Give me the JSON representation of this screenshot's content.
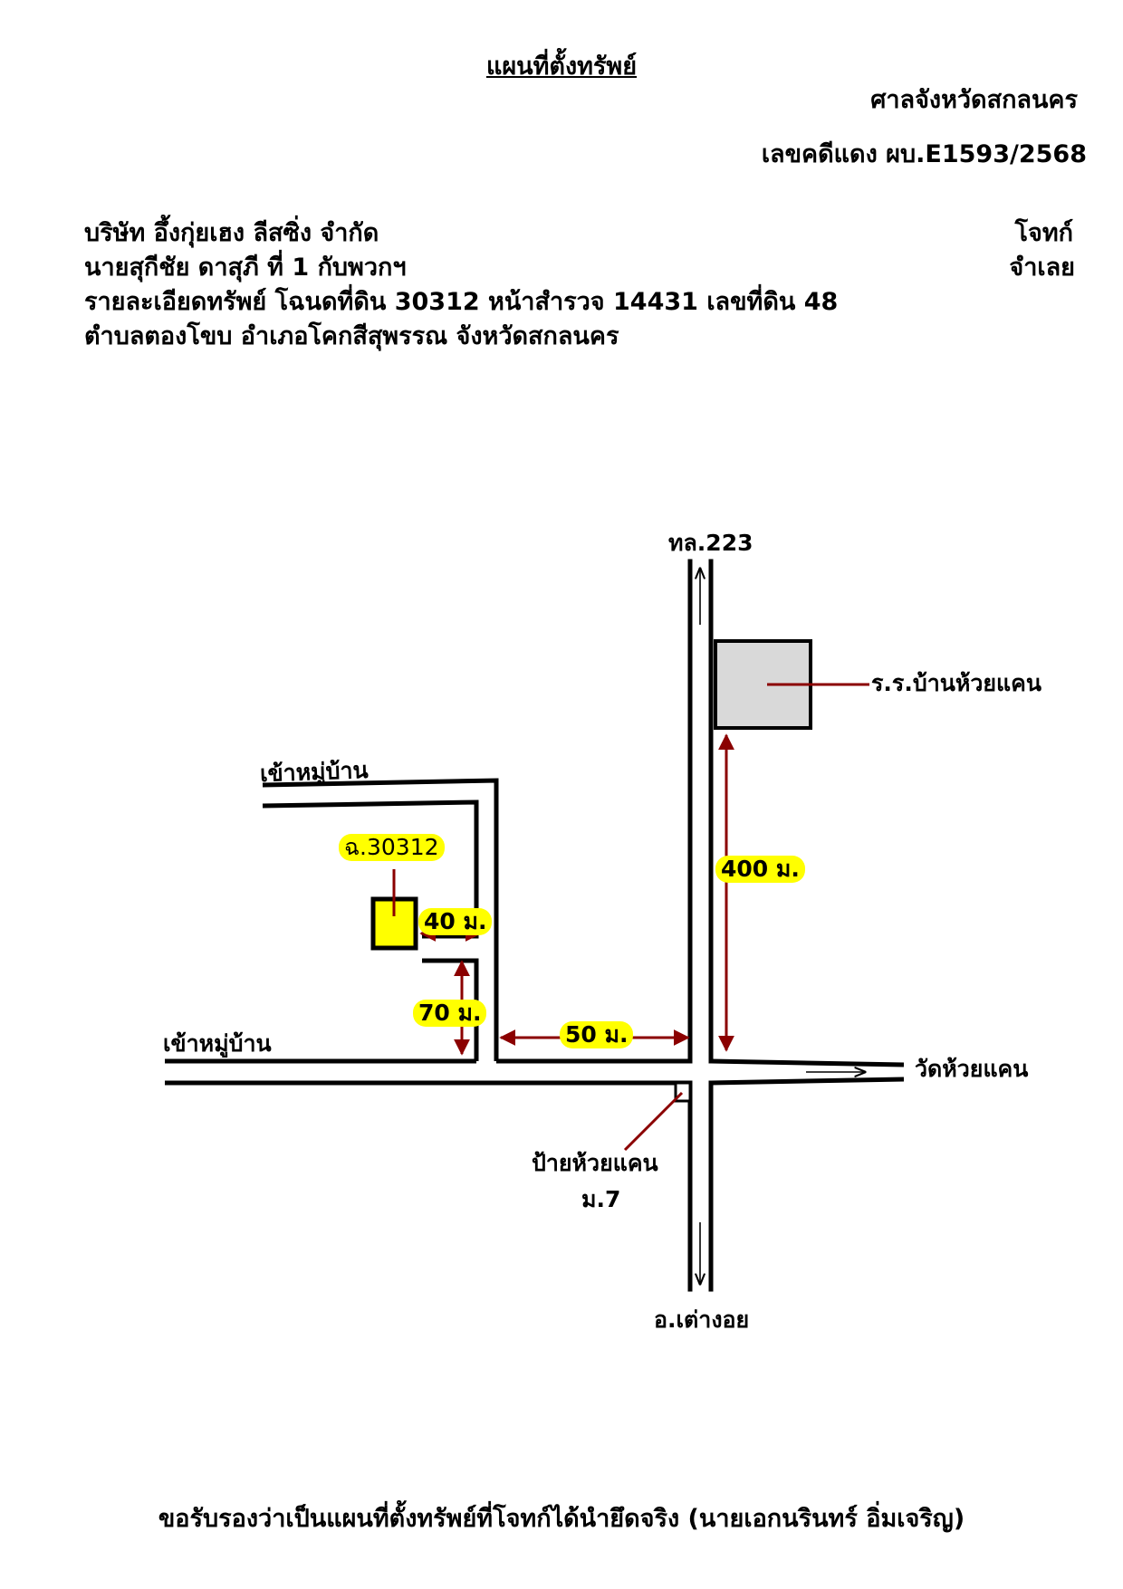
{
  "header": {
    "title": "แผนที่ตั้งทรัพย์",
    "court": "ศาลจังหวัดสกลนคร",
    "case_number": "เลขคดีแดง ผบ.E1593/2568"
  },
  "parties": {
    "plaintiff_name": "บริษัท อึ้งกุ่ยเฮง ลีสซิ่ง จำกัด",
    "plaintiff_role": "โจทก์",
    "defendant_name": "นายสุกีชัย ดาสุภี ที่ 1 กับพวกฯ",
    "defendant_role": "จำเลย"
  },
  "property": {
    "details_line": "รายละเอียดทรัพย์ โฉนดที่ดิน 30312 หน้าสำรวจ 14431 เลขที่ดิน 48",
    "location_line": "ตำบลตองโขบ อำเภอโคกสีสุพรรณ จังหวัดสกลนคร"
  },
  "map": {
    "road_north": "ทล.223",
    "road_south": "อ.เต่างอย",
    "road_east": "วัดห้วยแคน",
    "road_village_upper": "เข้าหมู่บ้าน",
    "road_village_lower": "เข้าหมู่บ้าน",
    "school": "ร.ร.บ้านห้วยแคน",
    "sign_line1": "ป้ายห้วยแคน",
    "sign_line2": "ม.7",
    "parcel": "ฉ.30312",
    "dist_400": "400 ม.",
    "dist_40": "40 ม.",
    "dist_70": "70 ม.",
    "dist_50": "50 ม.",
    "colors": {
      "parcel_fill": "#ffff00",
      "school_fill": "#d9d9d9",
      "pointer": "#8b0000",
      "highlight": "#ffff00"
    }
  },
  "footer": {
    "certification": "ขอรับรองว่าเป็นแผนที่ตั้งทรัพย์ที่โจทก์ได้นำยึดจริง (นายเอกนรินทร์ อิ่มเจริญ)"
  }
}
